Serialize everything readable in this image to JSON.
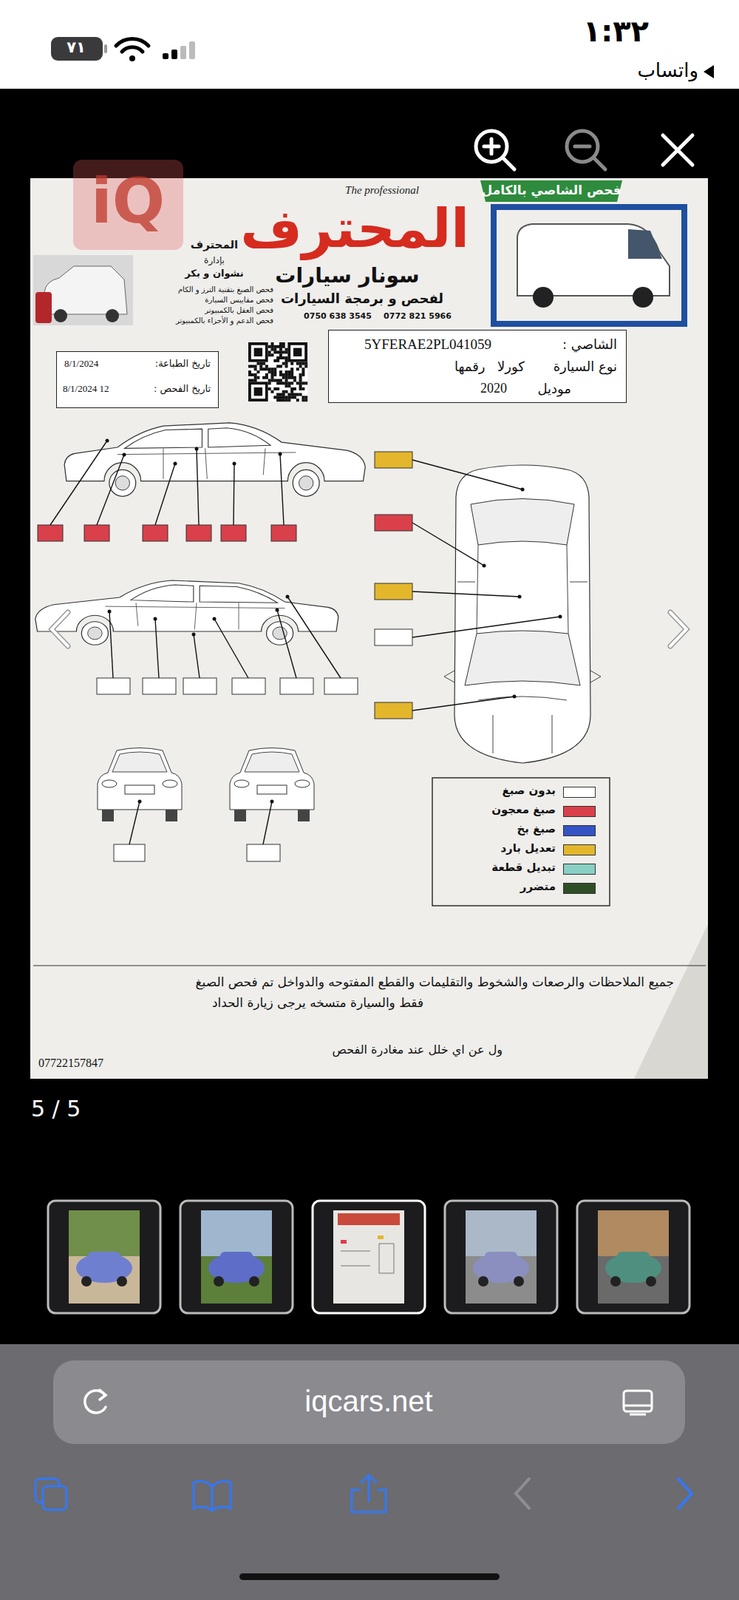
{
  "diagram": {
    "nodes": [
      {
        "text": [
          "الشاصي :",
          "5YFERAE2PL041059",
          "نوع السيارة",
          "كورلا",
          "رقمها",
          "موديل",
          "2020"
        ]
      },
      {
        "text": [
          "تاريخ الطباعة:",
          "8/1/2024",
          "تاريخ الفحص :",
          "8/1/2024 12"
        ]
      },
      {
        "text": [
          "iqcars.net"
        ]
      }
    ],
    "labels": [
      "١:٣٢",
      "واتساب",
      "٧١",
      "iQ",
      "فحص الشاصي بالكامل",
      "The professional",
      "المحترف",
      "المحترف",
      "بإدارة",
      "نشوان و بكر",
      "سونار سيارات",
      "لفحص و برمجة السيارات",
      "فحص الصبغ بتقنية الترز و الكام",
      "فحص مقاييس السيارة",
      "فحص العقل بالكمبيوتر",
      "فحص الدعم و الأجزاء بالكمبيوتر",
      "0750 638 3545",
      "0772 821 5966",
      "جميع الملاحظات والرصعات والشخوط والتقليمات والقطع المفتوحه والدواخل تم فحص الصبغ",
      "فقط والسيارة متسخه يرجى زيارة الحداد",
      "07722157847",
      "ول عن اي خلل عند مغادرة الفحص",
      "5 / 5"
    ],
    "legend": [
      {
        "text": "بدون صبغ",
        "color": "#ffffff"
      },
      {
        "text": "صبغ معجون",
        "color": "#d9404a"
      },
      {
        "text": "صبغ بخ",
        "color": "#3553c4"
      },
      {
        "text": "تعديل بارد",
        "color": "#e3b62c"
      },
      {
        "text": "تبديل قطعة",
        "color": "#88cfc4"
      },
      {
        "text": "متضرر",
        "color": "#2f4f26"
      }
    ]
  }
}
